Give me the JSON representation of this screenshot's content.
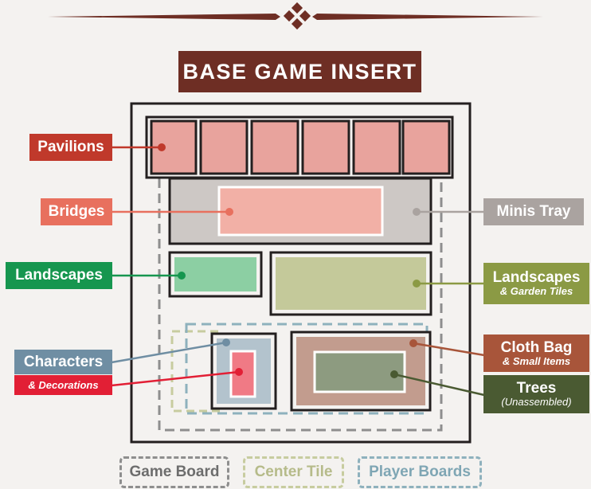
{
  "title": "BASE GAME INSERT",
  "labels": {
    "pavilions": "Pavilions",
    "bridges": "Bridges",
    "landscapes_left": "Landscapes",
    "characters": "Characters",
    "decorations": "& Decorations",
    "minis_tray": "Minis Tray",
    "landscapes_right": "Landscapes",
    "garden_tiles": "& Garden Tiles",
    "cloth_bag": "Cloth Bag",
    "small_items": "& Small Items",
    "trees": "Trees",
    "unassembled": "(Unassembled)"
  },
  "legend": {
    "game_board": "Game Board",
    "center_tile": "Center Tile",
    "player_boards": "Player Boards"
  },
  "colors": {
    "brown": "#6e2e24",
    "pavilions": "#c0392b",
    "bridges": "#e8705e",
    "landscapes_green": "#16964f",
    "characters_blue": "#6f8ea3",
    "decorations_red": "#e21f35",
    "minis_gray": "#aaa3a0",
    "olive": "#8b9a44",
    "cloth_brown": "#a8553a",
    "trees_green": "#4a5a32"
  }
}
